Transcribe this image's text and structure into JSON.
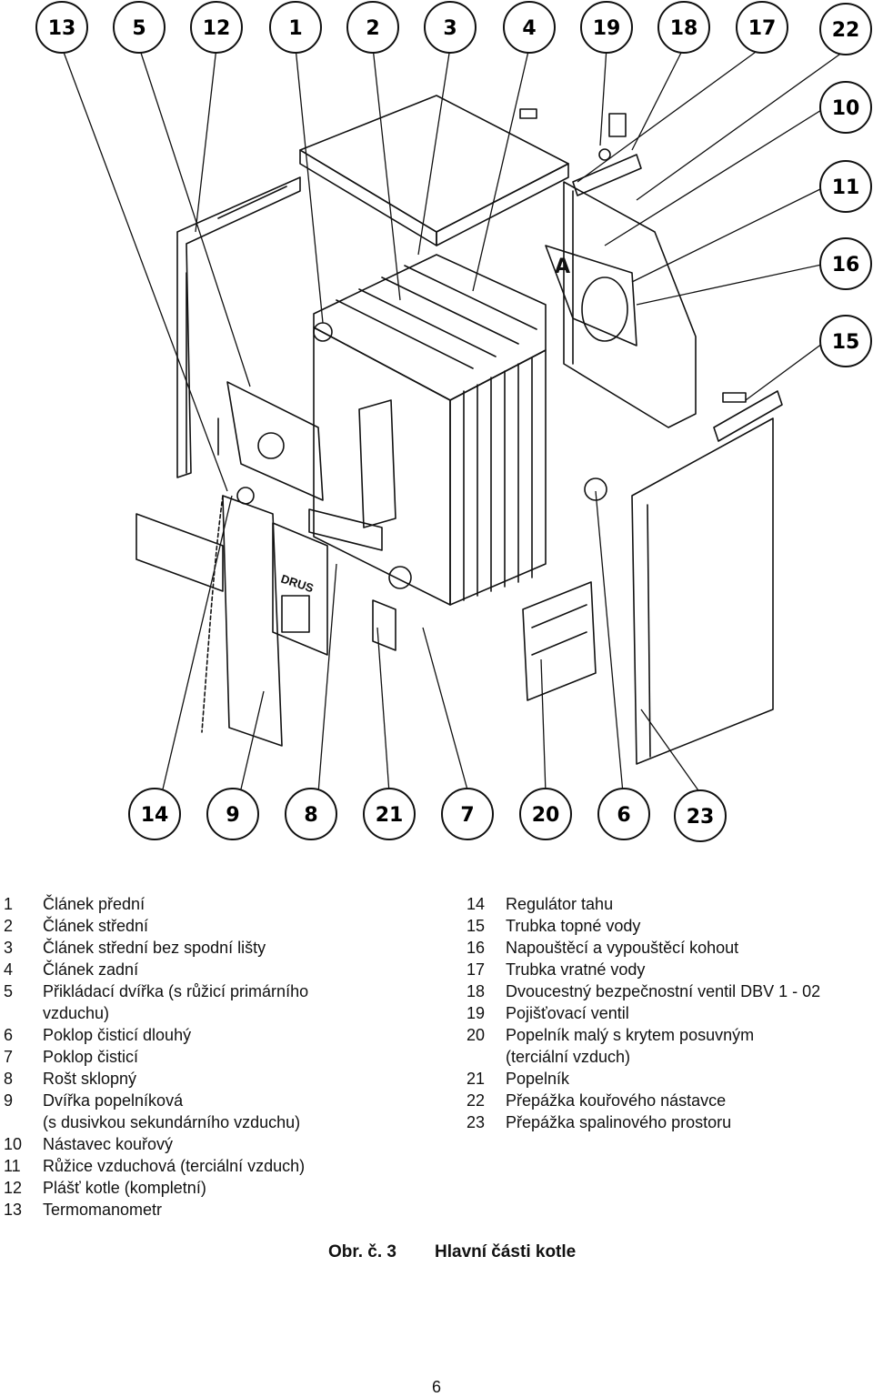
{
  "callouts_top": [
    "13",
    "5",
    "12",
    "1",
    "2",
    "3",
    "4",
    "19",
    "18",
    "17",
    "22"
  ],
  "callouts_right": [
    "10",
    "11",
    "16",
    "15"
  ],
  "callouts_bottom": [
    "14",
    "9",
    "8",
    "21",
    "7",
    "20",
    "6",
    "23"
  ],
  "drawing_labels": {
    "door_brand": "DRUS",
    "hatch_marker": "A"
  },
  "legend_left": [
    {
      "num": "1",
      "text": "Článek přední"
    },
    {
      "num": "2",
      "text": "Článek střední"
    },
    {
      "num": "3",
      "text": "Článek střední bez spodní lišty"
    },
    {
      "num": "4",
      "text": "Článek zadní"
    },
    {
      "num": "5",
      "text": "Přikládací dvířka (s růžicí primárního\nvzduchu)"
    },
    {
      "num": "6",
      "text": "Poklop čisticí dlouhý"
    },
    {
      "num": "7",
      "text": "Poklop čisticí"
    },
    {
      "num": "8",
      "text": "Rošt sklopný"
    },
    {
      "num": "9",
      "text": "Dvířka popelníková\n(s dusivkou sekundárního vzduchu)"
    },
    {
      "num": "10",
      "text": "Nástavec kouřový"
    },
    {
      "num": "11",
      "text": "Růžice vzduchová (terciální vzduch)"
    },
    {
      "num": "12",
      "text": "Plášť kotle (kompletní)"
    },
    {
      "num": "13",
      "text": "Termomanometr"
    }
  ],
  "legend_right": [
    {
      "num": "14",
      "text": "Regulátor tahu"
    },
    {
      "num": "15",
      "text": "Trubka topné vody"
    },
    {
      "num": "16",
      "text": "Napouštěcí a vypouštěcí kohout"
    },
    {
      "num": "17",
      "text": "Trubka vratné vody"
    },
    {
      "num": "18",
      "text": "Dvoucestný bezpečnostní ventil DBV 1 - 02"
    },
    {
      "num": "19",
      "text": "Pojišťovací ventil"
    },
    {
      "num": "20",
      "text": "Popelník malý s krytem posuvným\n(terciální vzduch)"
    },
    {
      "num": "21",
      "text": "Popelník"
    },
    {
      "num": "22",
      "text": "Přepážka kouřového nástavce"
    },
    {
      "num": "23",
      "text": "Přepážka spalinového prostoru"
    }
  ],
  "caption": {
    "label": "Obr. č. 3",
    "title": "Hlavní části kotle"
  },
  "page_number": "6"
}
